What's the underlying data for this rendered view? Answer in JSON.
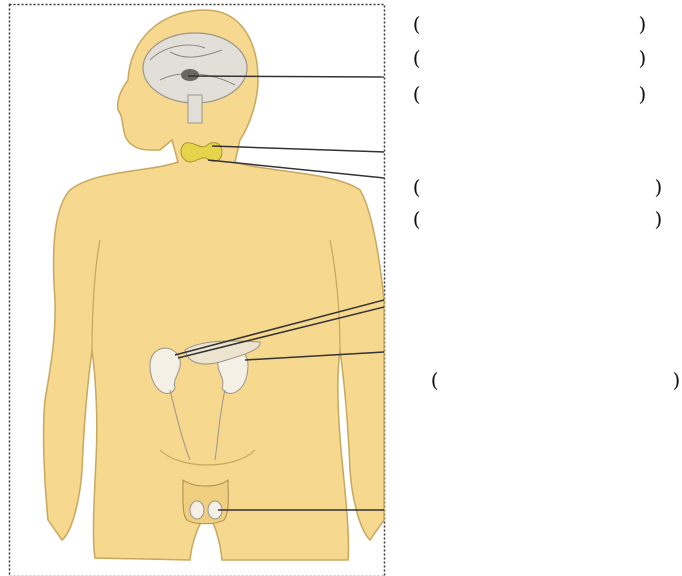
{
  "colors": {
    "skin": "#f6d88f",
    "skin_outline": "#c8a75e",
    "border": "#333333",
    "leader_line": "#333333",
    "brain": "#d9d6cf",
    "thyroid": "#e6d44a",
    "kidney": "#f4f0e6"
  },
  "labels": [
    {
      "name": "blank-label-1",
      "open": "(",
      "close": ")"
    },
    {
      "name": "blank-label-2",
      "open": "(",
      "close": ")"
    },
    {
      "name": "blank-label-3",
      "open": "(",
      "close": ")"
    },
    {
      "name": "blank-label-4",
      "open": "(",
      "close": ")"
    },
    {
      "name": "blank-label-5",
      "open": "(",
      "close": ")"
    },
    {
      "name": "blank-label-6",
      "open": "(",
      "close": ")"
    }
  ]
}
